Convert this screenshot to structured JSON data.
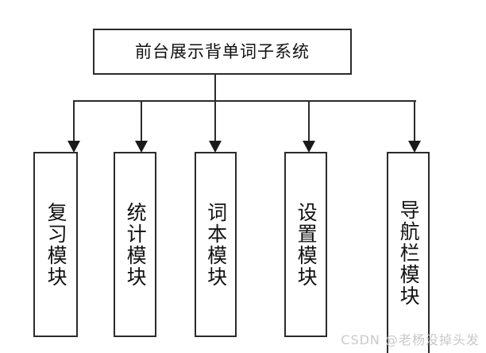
{
  "diagram": {
    "type": "hierarchy-tree",
    "root": {
      "label": "前台展示背单词子系统"
    },
    "children": [
      {
        "label": "复习模块"
      },
      {
        "label": "统计模块"
      },
      {
        "label": "词本模块"
      },
      {
        "label": "设置模块"
      },
      {
        "label": "导航栏模块"
      }
    ],
    "connector": {
      "style": "orthogonal-bus",
      "arrowhead": "filled-triangle",
      "line_color": "#2b2b2b"
    },
    "colors": {
      "background": "#ffffff",
      "stroke": "#2b2b2b",
      "text": "#111111",
      "watermark": "#c9c9c9"
    }
  },
  "watermark": {
    "text": "CSDN @老杨没掉头发"
  }
}
